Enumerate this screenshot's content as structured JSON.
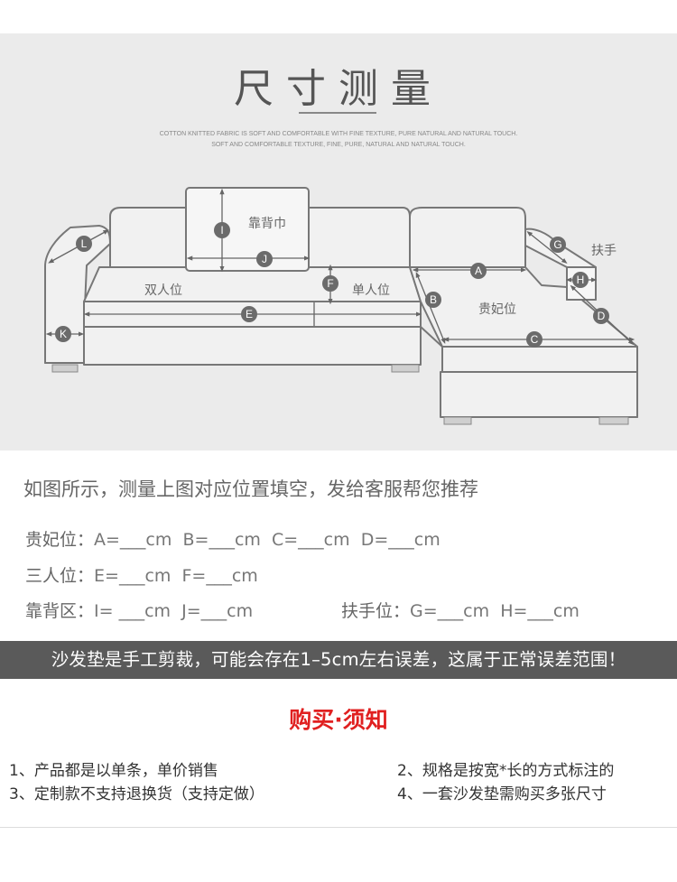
{
  "header": {
    "title": "尺寸测量",
    "subtitle_line1": "COTTON KNITTED FABRIC IS SOFT AND COMFORTABLE WITH FINE TEXTURE, PURE NATURAL AND NATURAL TOUCH.",
    "subtitle_line2": "SOFT AND COMFORTABLE TEXTURE, FINE, PURE, NATURAL AND NATURAL TOUCH."
  },
  "diagram": {
    "labels": {
      "backrest": "靠背巾",
      "double_seat": "双人位",
      "single_seat": "单人位",
      "chaise": "贵妃位",
      "armrest": "扶手"
    },
    "markers": [
      "A",
      "B",
      "C",
      "D",
      "E",
      "F",
      "G",
      "H",
      "I",
      "J",
      "K",
      "L"
    ]
  },
  "instruction": "如图所示，测量上图对应位置填空，发给客服帮您推荐",
  "rows": {
    "chaise_label": "贵妃位：",
    "chaise_fields": [
      "A=___cm",
      "B=___cm",
      "C=___cm",
      "D=___cm"
    ],
    "three_label": "三人位：",
    "three_fields": [
      "E=___cm",
      "F=___cm"
    ],
    "back_label": "靠背区：",
    "back_fields": [
      "I= ___cm",
      "J=___cm"
    ],
    "arm_label": "扶手位：",
    "arm_fields": [
      "G=___cm",
      "H=___cm"
    ]
  },
  "banner": "沙发垫是手工剪裁，可能会存在1–5cm左右误差，这属于正常误差范围！",
  "purchase": {
    "title": "购买·须知",
    "notes": [
      "1、产品都是以单条，单价销售",
      "2、规格是按宽*长的方式标注的",
      "3、定制款不支持退换货（支持定做）",
      "4、一套沙发垫需购买多张尺寸"
    ]
  },
  "colors": {
    "panel": "#ebebeb",
    "banner": "#5a5a5a",
    "accent": "#e02020",
    "badge": "#6b6b6b"
  }
}
